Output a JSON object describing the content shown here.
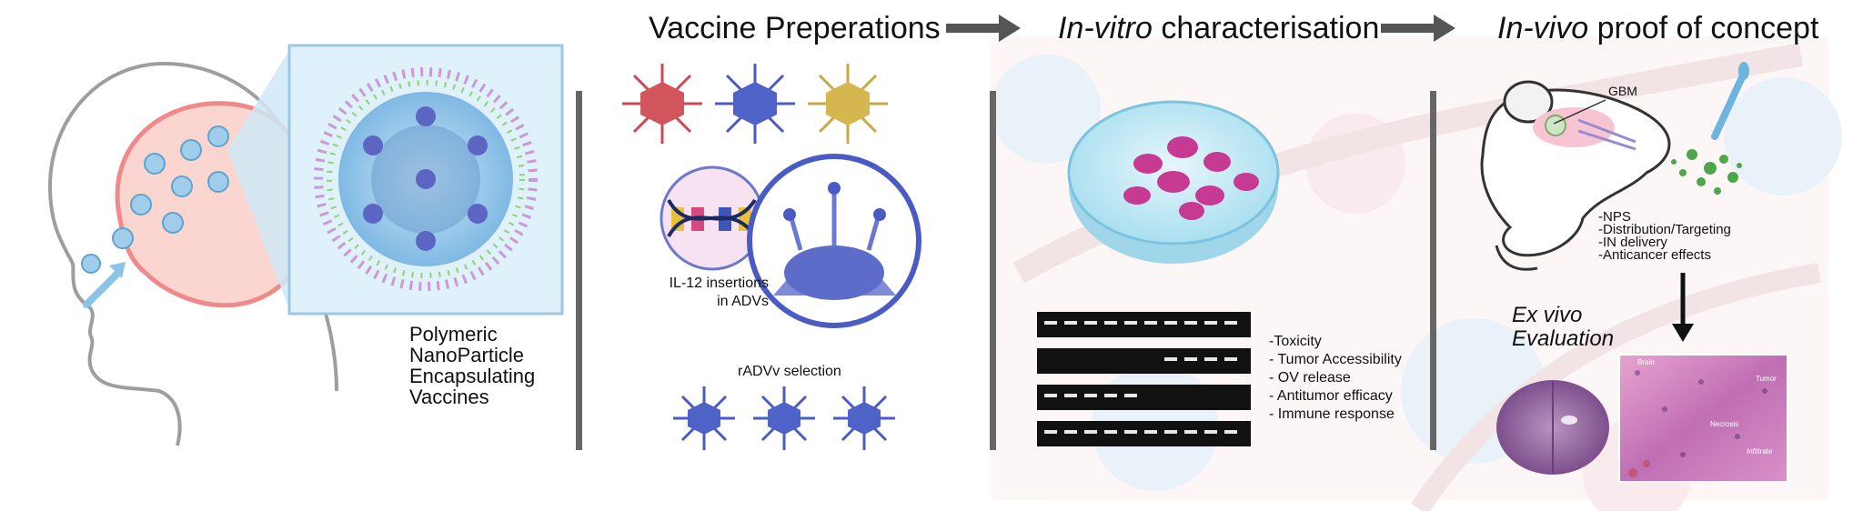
{
  "panel1": {
    "caption_lines": [
      "Polymeric",
      "NanoParticle",
      "Encapsulating",
      "Vaccines"
    ]
  },
  "panel2": {
    "title": "Vaccine Preperations",
    "il12_line1": "IL-12 insertions",
    "il12_line2": "in ADVs",
    "selection_label": "rADVv selection"
  },
  "panel3": {
    "title_italic": "In-vitro",
    "title_rest": " characterisation",
    "assays": [
      "-Toxicity",
      "- Tumor Accessibility",
      "- OV release",
      "- Antitumor efficacy",
      "- Immune response"
    ]
  },
  "panel4": {
    "title_italic": "In-vivo",
    "title_rest": " proof of concept",
    "tumor_label": "GBM",
    "aims": [
      "-NPS",
      "-Distribution/Targeting",
      "-IN delivery",
      "-Anticancer effects"
    ],
    "exvivo_line1": "Ex vivo",
    "exvivo_line2": "Evaluation",
    "histology_labels": [
      "Brain",
      "Tumor",
      "Necrosis",
      "Infiltrate"
    ]
  },
  "colors": {
    "accent_blue": "#4a5bc4",
    "brain_pink": "#f08a8a",
    "divider_grey": "#666666",
    "cell_magenta": "#c63a94",
    "arrow_grey": "#555555"
  }
}
